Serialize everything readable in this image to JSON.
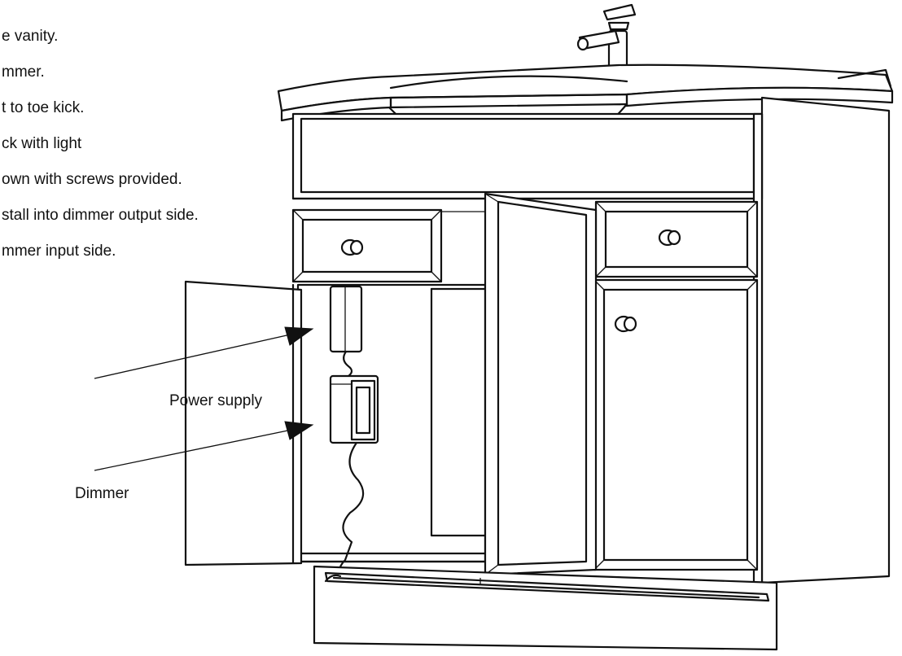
{
  "instructions": {
    "steps": [
      "e vanity.",
      "mmer.",
      "t to toe kick.",
      "ck with light",
      "own with screws provided.",
      "stall into dimmer output side.",
      "mmer input side."
    ]
  },
  "callouts": {
    "power_supply": "Power supply",
    "dimmer": "Dimmer"
  }
}
